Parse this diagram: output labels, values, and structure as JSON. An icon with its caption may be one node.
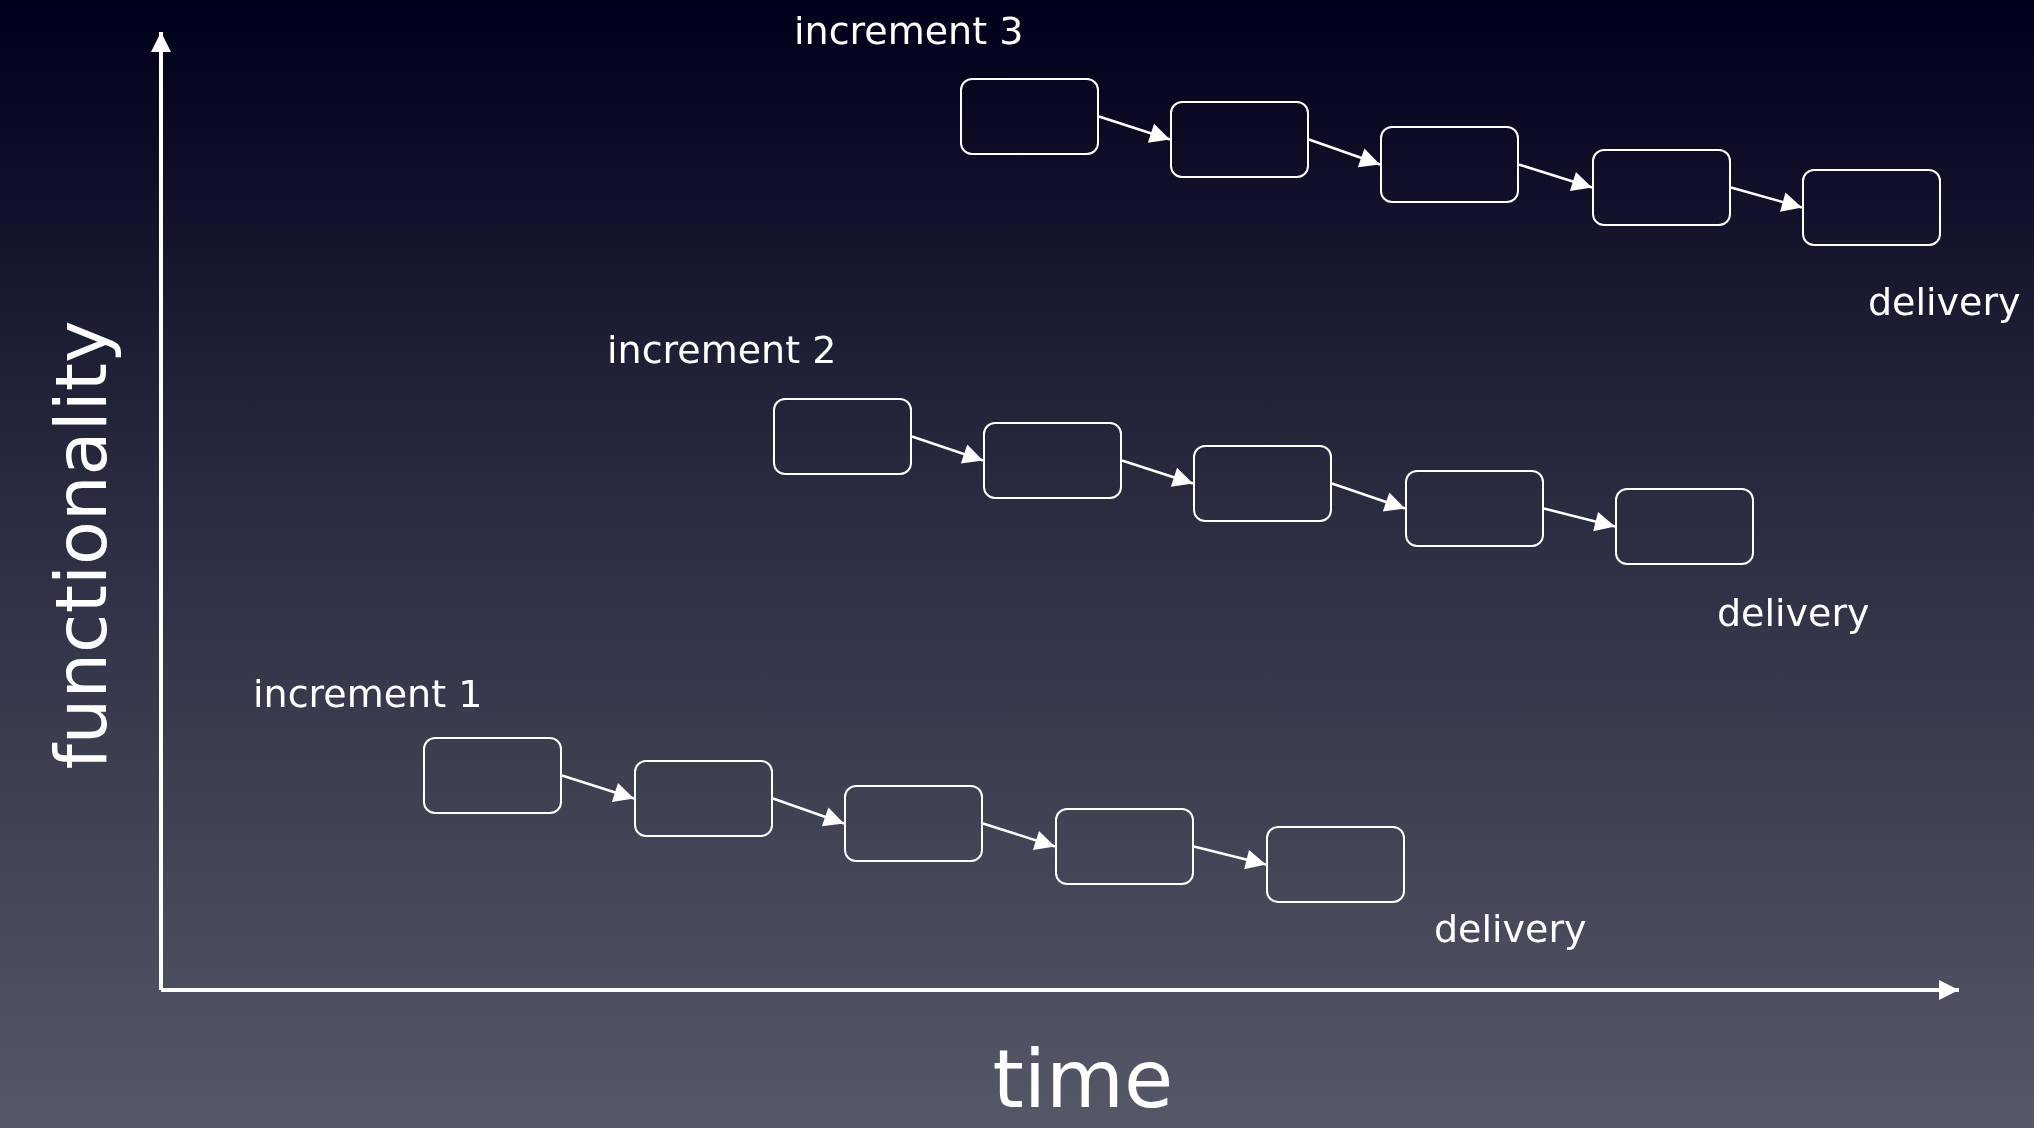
{
  "diagram": {
    "nodes": [
      {
        "text": [],
        "shape": "box",
        "beside": [
          "increment 3"
        ]
      },
      {
        "text": [],
        "shape": "box"
      },
      {
        "text": [],
        "shape": "box"
      },
      {
        "text": [],
        "shape": "box"
      },
      {
        "text": [],
        "shape": "box",
        "beside": [
          "delivery"
        ]
      },
      {
        "text": [],
        "shape": "box",
        "beside": [
          "increment 2"
        ]
      },
      {
        "text": [],
        "shape": "box"
      },
      {
        "text": [],
        "shape": "box"
      },
      {
        "text": [],
        "shape": "box"
      },
      {
        "text": [],
        "shape": "box",
        "beside": [
          "delivery"
        ]
      },
      {
        "text": [],
        "shape": "box",
        "beside": [
          "increment 1"
        ]
      },
      {
        "text": [],
        "shape": "box"
      },
      {
        "text": [],
        "shape": "box"
      },
      {
        "text": [],
        "shape": "box"
      },
      {
        "text": [],
        "shape": "box",
        "beside": [
          "delivery"
        ]
      }
    ],
    "edges": [
      {
        "from": 0,
        "to": 1,
        "arrow": "to"
      },
      {
        "from": 1,
        "to": 2,
        "arrow": "to"
      },
      {
        "from": 2,
        "to": 3,
        "arrow": "to"
      },
      {
        "from": 3,
        "to": 4,
        "arrow": "to"
      },
      {
        "from": 5,
        "to": 6,
        "arrow": "to"
      },
      {
        "from": 6,
        "to": 7,
        "arrow": "to"
      },
      {
        "from": 7,
        "to": 8,
        "arrow": "to"
      },
      {
        "from": 8,
        "to": 9,
        "arrow": "to"
      },
      {
        "from": 10,
        "to": 11,
        "arrow": "to"
      },
      {
        "from": 11,
        "to": 12,
        "arrow": "to"
      },
      {
        "from": 12,
        "to": 13,
        "arrow": "to"
      },
      {
        "from": 13,
        "to": 14,
        "arrow": "to"
      }
    ],
    "labels": [
      "functionality",
      "time"
    ]
  }
}
